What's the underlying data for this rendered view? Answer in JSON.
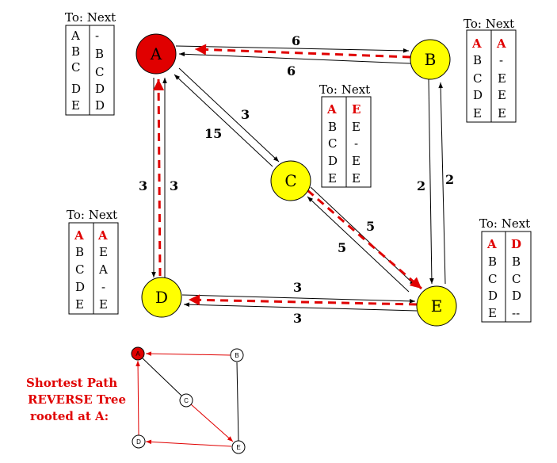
{
  "colors": {
    "accent": "#e00000",
    "node_fill": "#ffff00",
    "source_fill": "#e00000",
    "line": "#000000"
  },
  "nodes": {
    "A": "A",
    "B": "B",
    "C": "C",
    "D": "D",
    "E": "E"
  },
  "weights": {
    "ab_top": "6",
    "ab_bottom": "6",
    "ac_right": "3",
    "ac_left": "15",
    "ad_left": "3",
    "ad_right": "3",
    "be_left": "2",
    "be_right": "2",
    "ce_right": "5",
    "ce_left": "5",
    "de_top": "3",
    "de_bottom": "3"
  },
  "tables": {
    "header": "To: Next",
    "A": {
      "dest": [
        "A",
        "B",
        "C",
        "D",
        "E"
      ],
      "next": [
        "-",
        "B",
        "C",
        "D",
        "D"
      ]
    },
    "B": {
      "dest": [
        "A",
        "B",
        "C",
        "D",
        "E"
      ],
      "next": [
        "A",
        "-",
        "E",
        "E",
        "E"
      ]
    },
    "C": {
      "dest": [
        "A",
        "B",
        "C",
        "D",
        "E"
      ],
      "next": [
        "E",
        "E",
        "-",
        "E",
        "E"
      ]
    },
    "D": {
      "dest": [
        "A",
        "B",
        "C",
        "D",
        "E"
      ],
      "next": [
        "A",
        "E",
        "A",
        "-",
        "E"
      ]
    },
    "E": {
      "dest": [
        "A",
        "B",
        "C",
        "D",
        "E"
      ],
      "next": [
        "D",
        "B",
        "C",
        "D",
        "--"
      ]
    }
  },
  "mini_tree": {
    "nodes": {
      "A": "A",
      "B": "B",
      "C": "C",
      "D": "D",
      "E": "E"
    },
    "legend": [
      "Shortest Path",
      "REVERSE Tree",
      "rooted at A:"
    ]
  }
}
